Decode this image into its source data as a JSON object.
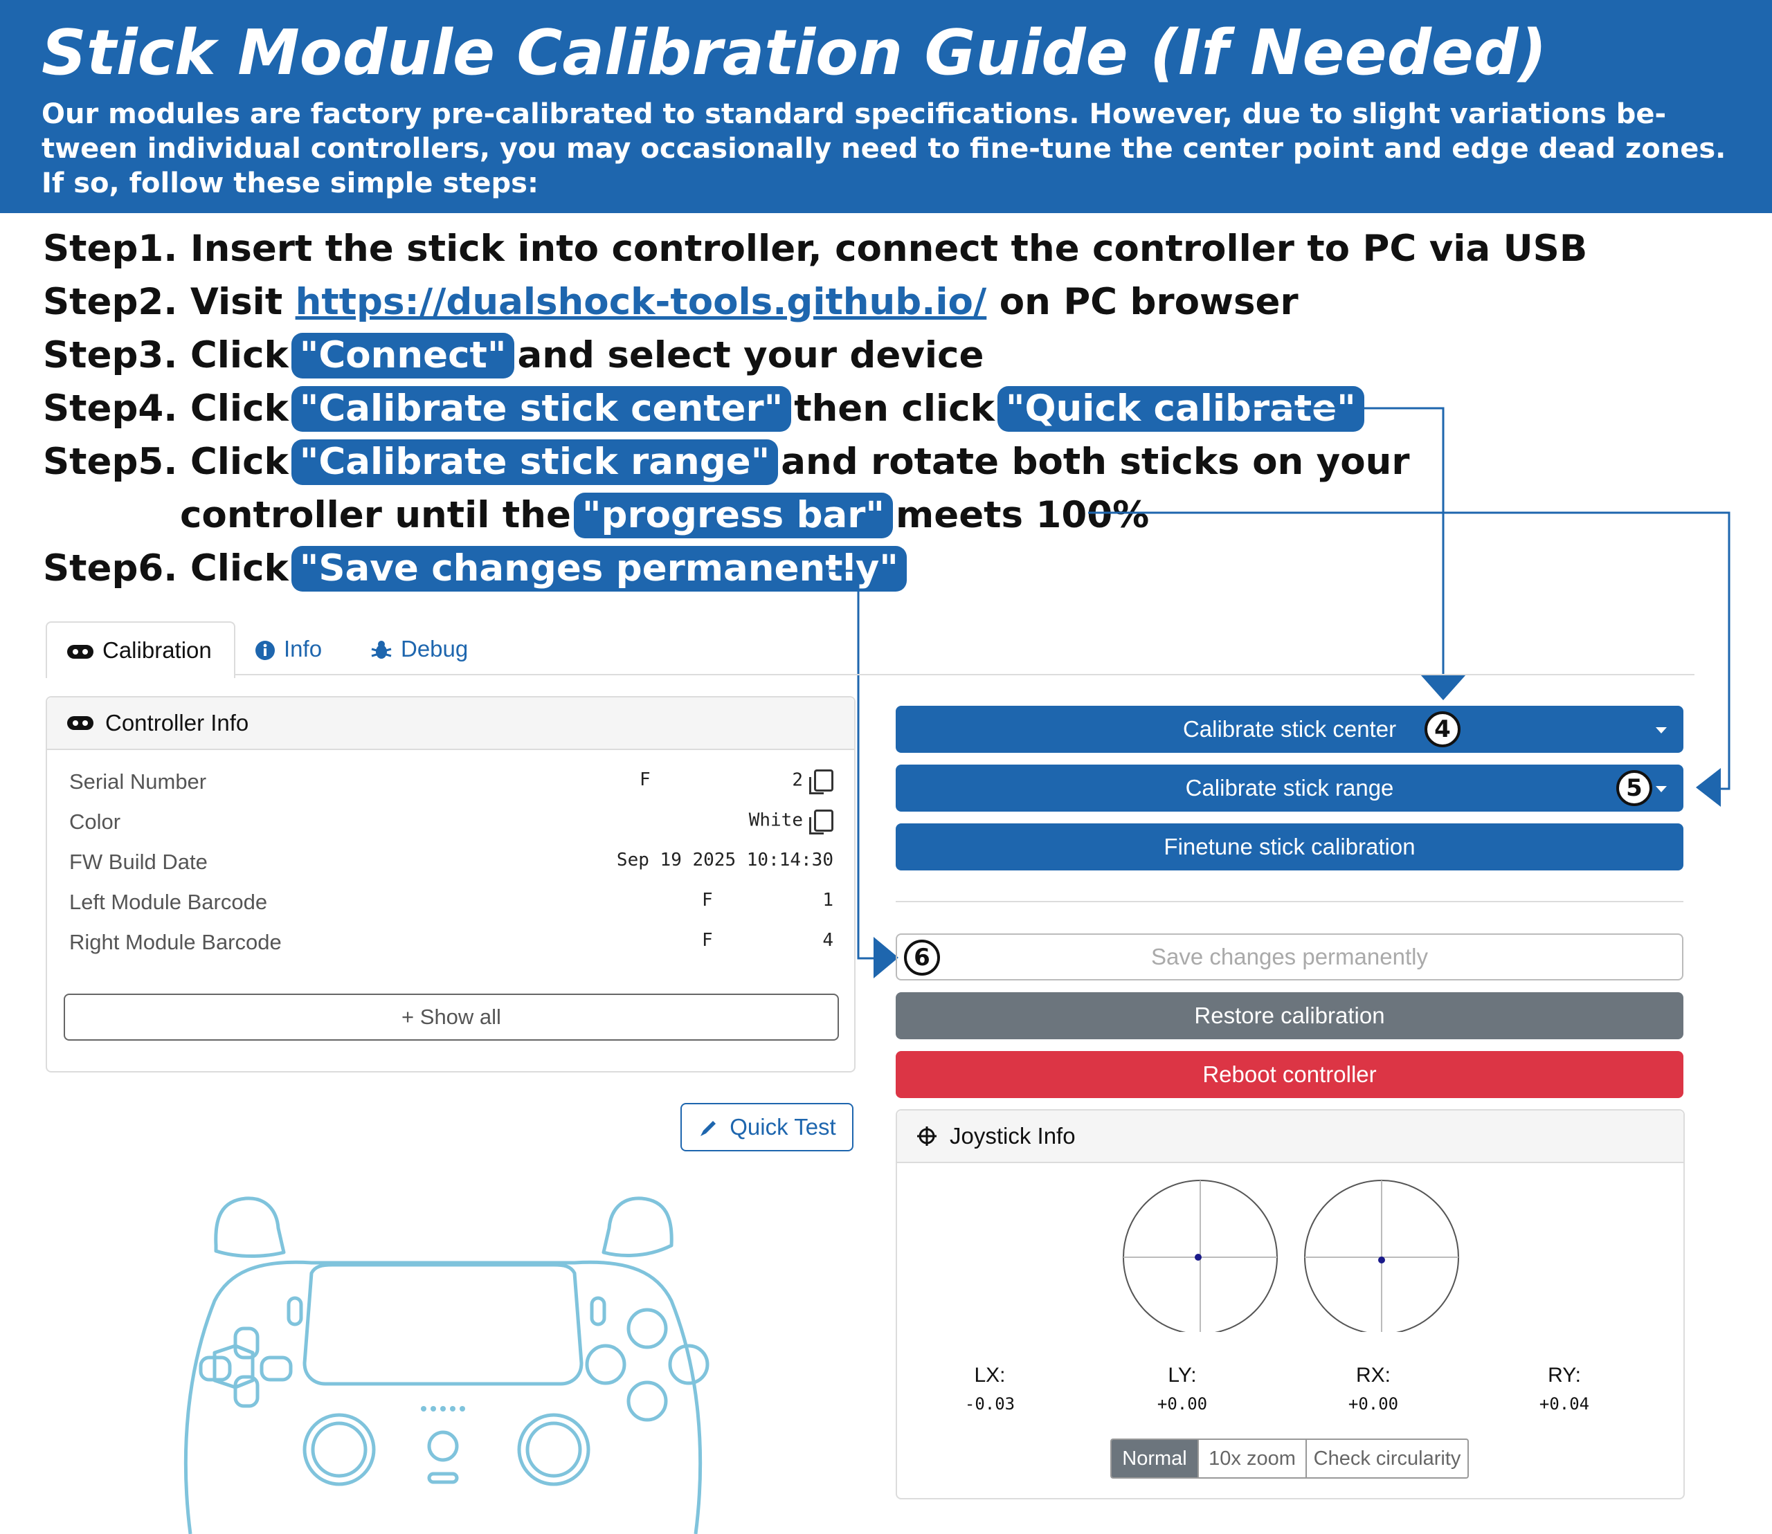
{
  "header": {
    "title": "Stick Module Calibration Guide (If Needed)",
    "intro": "Our modules are factory pre-calibrated to standard specifications. However, due to slight variations be- tween individual controllers, you may occasionally need to fine-tune the center point and edge dead zones. If so, follow these simple steps:"
  },
  "steps": {
    "s1": "Step1. Insert the stick into controller, connect the controller to PC via USB",
    "s2_pre": "Step2. Visit",
    "s2_link": "https://dualshock-tools.github.io/",
    "s2_post": "on PC browser",
    "s3_pre": "Step3. Click",
    "s3_pill": "\"Connect\"",
    "s3_post": "and select your device",
    "s4_pre": "Step4. Click",
    "s4_pill1": "\"Calibrate stick center\"",
    "s4_mid": "then click",
    "s4_pill2": "\"Quick calibrate\"",
    "s5_pre": "Step5. Click",
    "s5_pill": "\"Calibrate stick range\"",
    "s5_post": "and rotate both sticks on your",
    "s5b_pre": "controller until the",
    "s5b_pill": "\"progress bar\"",
    "s5b_post": "meets 100%",
    "s6_pre": "Step6. Click",
    "s6_pill": "\"Save changes permanently\""
  },
  "tabs": [
    {
      "label": "Calibration",
      "icon": "gamepad-icon"
    },
    {
      "label": "Info",
      "icon": "info-icon"
    },
    {
      "label": "Debug",
      "icon": "bug-icon"
    }
  ],
  "controller_info": {
    "title": "Controller Info",
    "rows": [
      {
        "label": "Serial Number",
        "a": "F",
        "b": "2"
      },
      {
        "label": "Color",
        "value": "White"
      },
      {
        "label": "FW Build Date",
        "value": "Sep 19 2025 10:14:30"
      },
      {
        "label": "Left Module Barcode",
        "a": "F",
        "b": "1"
      },
      {
        "label": "Right Module Barcode",
        "a": "F",
        "b": "4"
      }
    ],
    "show_all": "+ Show all"
  },
  "quick_test": "Quick Test",
  "buttons": {
    "calib_center": "Calibrate stick center",
    "calib_range": "Calibrate stick range",
    "finetune": "Finetune stick calibration",
    "save": "Save changes permanently",
    "restore": "Restore calibration",
    "reboot": "Reboot controller"
  },
  "markers": {
    "m4": "4",
    "m5": "5",
    "m6": "6"
  },
  "joystick": {
    "title": "Joystick Info",
    "axes": [
      {
        "label": "LX:",
        "value": "-0.03"
      },
      {
        "label": "LY:",
        "value": "+0.00"
      },
      {
        "label": "RX:",
        "value": "+0.00"
      },
      {
        "label": "RY:",
        "value": "+0.04"
      }
    ],
    "modes": [
      "Normal",
      "10x zoom",
      "Check circularity"
    ]
  },
  "colors": {
    "brand_blue": "#1e66ae",
    "restore_gray": "#6c757d",
    "reboot_red": "#dc3545",
    "controller_outline": "#7fc3dc"
  }
}
